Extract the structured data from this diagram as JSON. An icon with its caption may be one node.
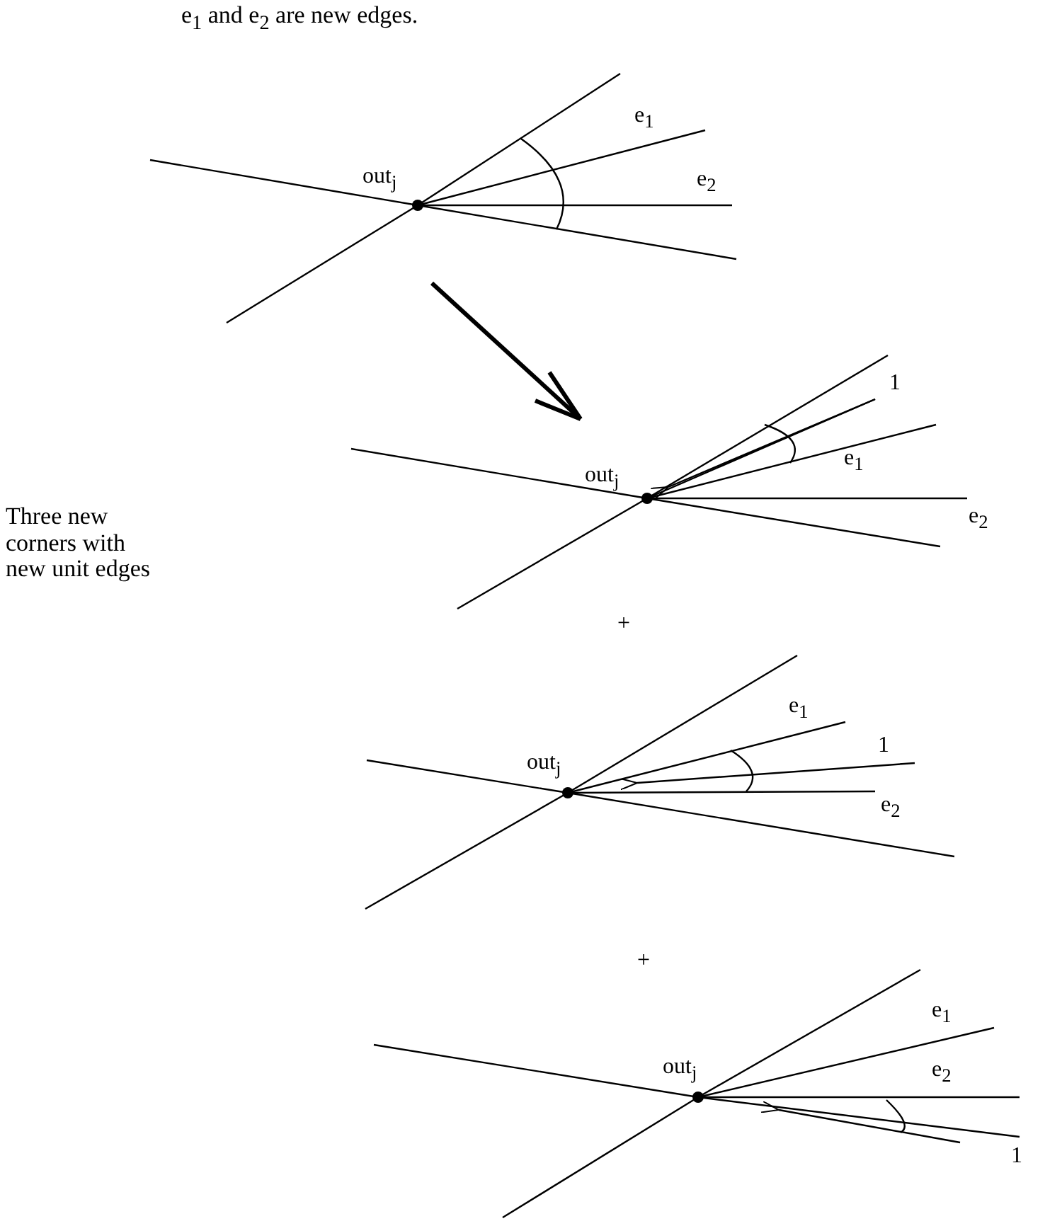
{
  "diagram": {
    "title": "e$_{1}$ and e$_{2}$ are new edges.",
    "labels": [
      "e$_{1}$",
      "out$_{j}$",
      "e$_{2}$",
      "1",
      "out$_{j}$",
      "e$_{1}$",
      "Three new corners with new unit edges",
      "e$_{2}$",
      "+",
      "e$_{1}$",
      "1",
      "out$_{j}$",
      "e$_{2}$",
      "+",
      "e$_{1}$",
      "out$_{j}$",
      "e$_{2}$",
      "1"
    ]
  }
}
